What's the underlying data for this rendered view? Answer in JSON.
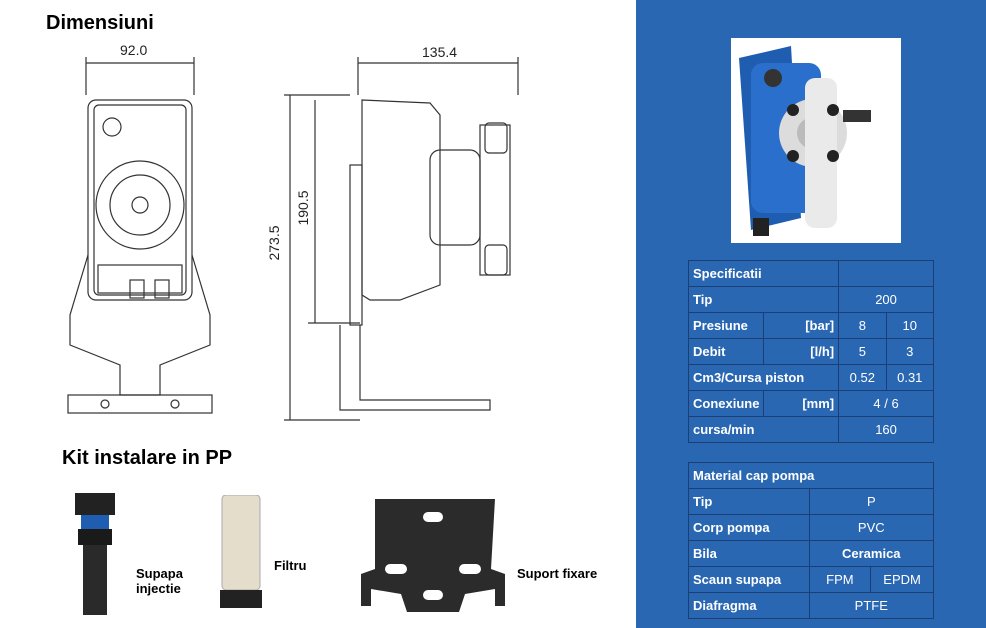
{
  "left": {
    "dimensions_title": "Dimensiuni",
    "dim_width_front": "92.0",
    "dim_width_side": "135.4",
    "dim_height_total": "273.5",
    "dim_height_body": "190.5",
    "kit_title": "Kit instalare in PP",
    "kit_items": [
      "Supapa injectie",
      "Filtru",
      "Suport fixare"
    ]
  },
  "spec_table": {
    "header": "Specificatii",
    "rows": [
      {
        "key": "Tip",
        "unit": "",
        "values": [
          "200"
        ]
      },
      {
        "key": "Presiune",
        "unit": "[bar]",
        "values": [
          "8",
          "10"
        ]
      },
      {
        "key": "Debit",
        "unit": "[l/h]",
        "values": [
          "5",
          "3"
        ]
      },
      {
        "key": "Cm3/Cursa piston",
        "unit": "",
        "values": [
          "0.52",
          "0.31"
        ]
      },
      {
        "key": "Conexiune",
        "unit": "[mm]",
        "values": [
          "4 / 6"
        ]
      },
      {
        "key": "cursa/min",
        "unit": "",
        "values": [
          "160"
        ]
      }
    ]
  },
  "material_table": {
    "header": "Material cap pompa",
    "rows": [
      {
        "key": "Tip",
        "values": [
          "P"
        ]
      },
      {
        "key": "Corp pompa",
        "values": [
          "PVC"
        ]
      },
      {
        "key": "Bila",
        "values": [
          "Ceramica"
        ]
      },
      {
        "key": "Scaun supapa",
        "values": [
          "FPM",
          "EPDM"
        ]
      },
      {
        "key": "Diafragma",
        "values": [
          "PTFE"
        ]
      }
    ]
  },
  "colors": {
    "panel": "#2a67b3",
    "border": "#1b3f74",
    "pump_blue": "#1f5db0"
  }
}
